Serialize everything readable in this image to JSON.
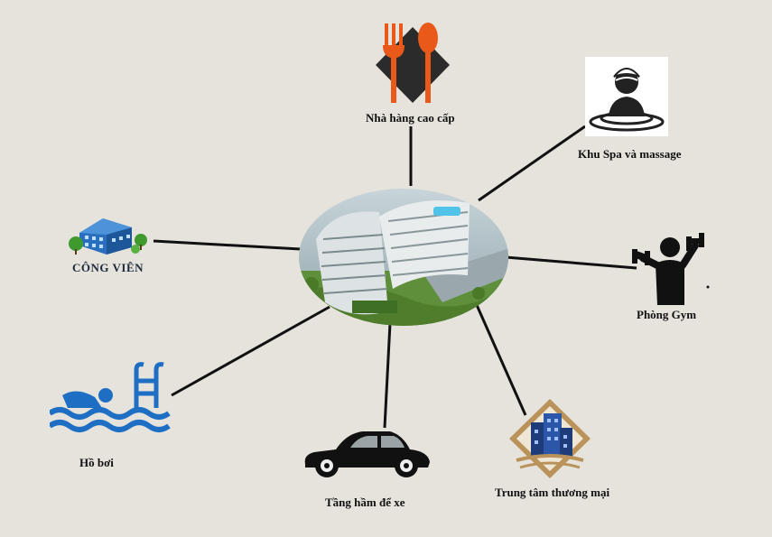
{
  "diagram": {
    "nodes": [
      {
        "id": "restaurant",
        "label": "Nhà hàng cao cấp",
        "icon": "fork-spoon-icon"
      },
      {
        "id": "spa",
        "label": "Khu Spa và massage",
        "icon": "spa-icon"
      },
      {
        "id": "gym",
        "label": "Phòng Gym",
        "icon": "dumbbell-icon"
      },
      {
        "id": "mall",
        "label": "Trung tâm thương mại",
        "icon": "building-icon"
      },
      {
        "id": "parking",
        "label": "Tầng hầm để xe",
        "icon": "car-icon"
      },
      {
        "id": "pool",
        "label": "Hồ bơi",
        "icon": "swimmer-icon"
      },
      {
        "id": "park",
        "label": "CÔNG VIÊN",
        "icon": "park-building-icon"
      }
    ],
    "center": {
      "icon": "building-complex-image"
    },
    "colors": {
      "background": "#e6e2dc",
      "orange": "#e8591a",
      "dark": "#2b2b2b",
      "blue": "#1e6fc4",
      "navy": "#1f3c7a",
      "gold": "#b9935a"
    }
  }
}
